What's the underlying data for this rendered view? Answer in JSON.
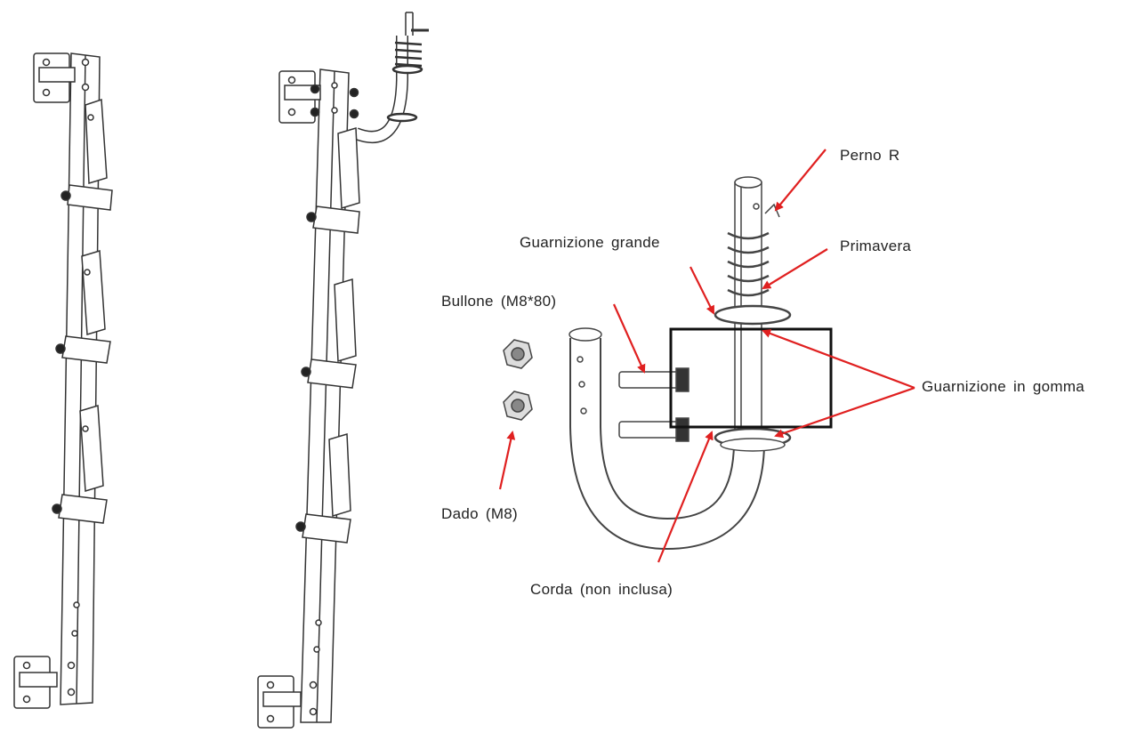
{
  "labels": {
    "perno": "Perno  R",
    "primavera": "Primavera",
    "guarnizione_grande": "Guarnizione  grande",
    "bullone": "Bullone  (M8*80)",
    "guarnizione_gomma": "Guarnizione  in  gomma",
    "dado": "Dado  (M8)",
    "corda": "Corda  (non  inclusa)"
  },
  "colors": {
    "line": "#333333",
    "arrow": "#e02020",
    "box": "#111111"
  }
}
